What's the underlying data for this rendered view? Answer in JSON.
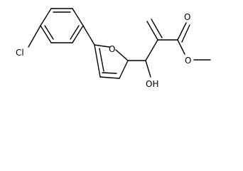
{
  "molecule": {
    "atoms": {
      "chlorine": "Cl",
      "furan_oxygen": "O",
      "hydroxyl": "OH",
      "carbonyl_oxygen": "O",
      "ester_oxygen": "O"
    }
  },
  "colors": {
    "bond": "#000000",
    "label": "#000000",
    "background": "#ffffff"
  }
}
